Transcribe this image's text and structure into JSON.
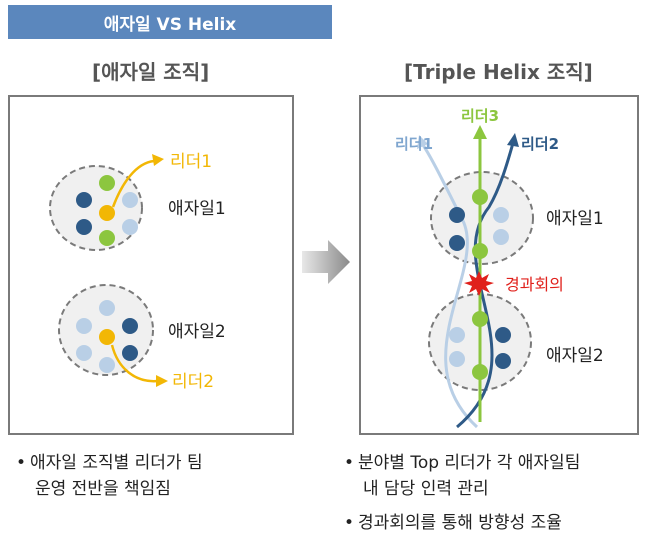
{
  "header": {
    "label": "애자일 VS Helix"
  },
  "left": {
    "title": "[애자일 조직]",
    "team1_label": "애자일1",
    "team2_label": "애자일2",
    "leader1_label": "리더1",
    "leader2_label": "리더2",
    "bullets": [
      {
        "line1": "애자일 조직별 리더가 팀",
        "line2": "운영 전반을 책임짐"
      }
    ]
  },
  "right": {
    "title": "[Triple Helix 조직]",
    "leader1_label": "리더1",
    "leader2_label": "리더2",
    "leader3_label": "리더3",
    "team1_label": "애자일1",
    "team2_label": "애자일2",
    "meeting_label": "경과회의",
    "bullets": [
      {
        "line1": "분야별 Top 리더가 각 애자일팀",
        "line2": "내 담당 인력 관리"
      },
      {
        "line1": "경과회의를 통해 방향성 조율",
        "line2": ""
      }
    ]
  },
  "colors": {
    "header_bg": "#5b87bd",
    "leader_dark": "#2e5a87",
    "leader_light": "#b9cfe6",
    "leader_green": "#8cc63f",
    "leader_yellow": "#f2b705",
    "meeting_red": "#e0201b"
  },
  "icons": {
    "meeting": "burst-icon",
    "transition": "arrow-right-icon",
    "bullet": "bullet-dot-icon"
  }
}
